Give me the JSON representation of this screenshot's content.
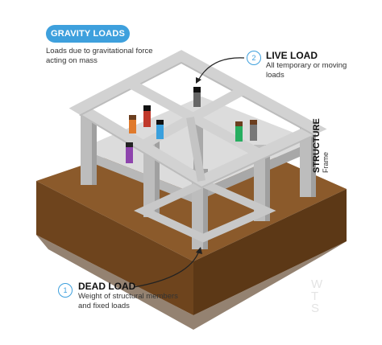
{
  "gravity_loads": {
    "title": "GRAVITY LOADS",
    "description": "Loads due to gravitational force acting on mass"
  },
  "live_load": {
    "number": "2",
    "title": "LIVE LOAD",
    "description": "All temporary or moving loads"
  },
  "dead_load": {
    "number": "1",
    "title": "DEAD LOAD",
    "description": "Weight of structural members and fixed loads"
  },
  "structure": {
    "title": "STRUCTURE",
    "subtitle": "Frame"
  },
  "watermark": {
    "letters": "W T S"
  },
  "colors": {
    "accent": "#3ea0dd",
    "ground": "#8b5a2b",
    "frame": "#c9c9c9"
  }
}
